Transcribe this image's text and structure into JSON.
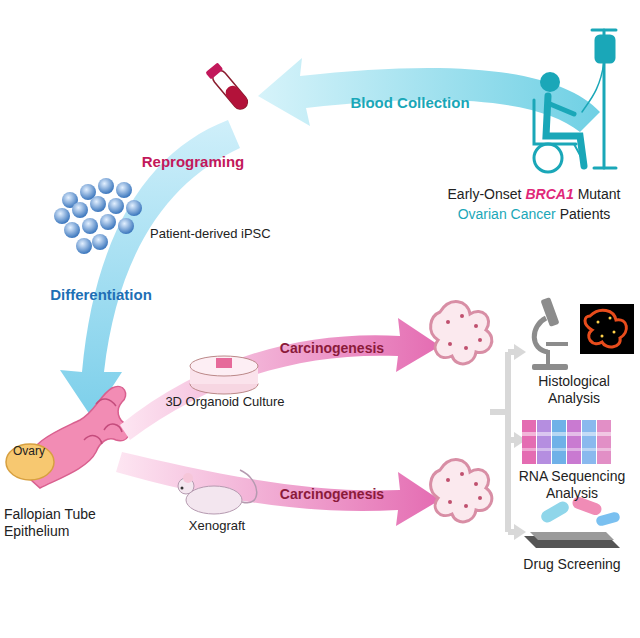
{
  "diagram": {
    "labels": [
      "Blood Collection",
      "Reprograming",
      "Early-Onset",
      "BRCA1",
      "Mutant",
      "Ovarian Cancer",
      "Patients",
      "Patient-derived iPSC",
      "Differentiation",
      "Carcinogenesis",
      "Histological Analysis",
      "3D Organoid Culture",
      "Ovary",
      "Fallopian Tube Epithelium",
      "RNA Sequencing Analysis",
      "Carcinogenesis",
      "Xenograft",
      "Drug Screening"
    ]
  }
}
